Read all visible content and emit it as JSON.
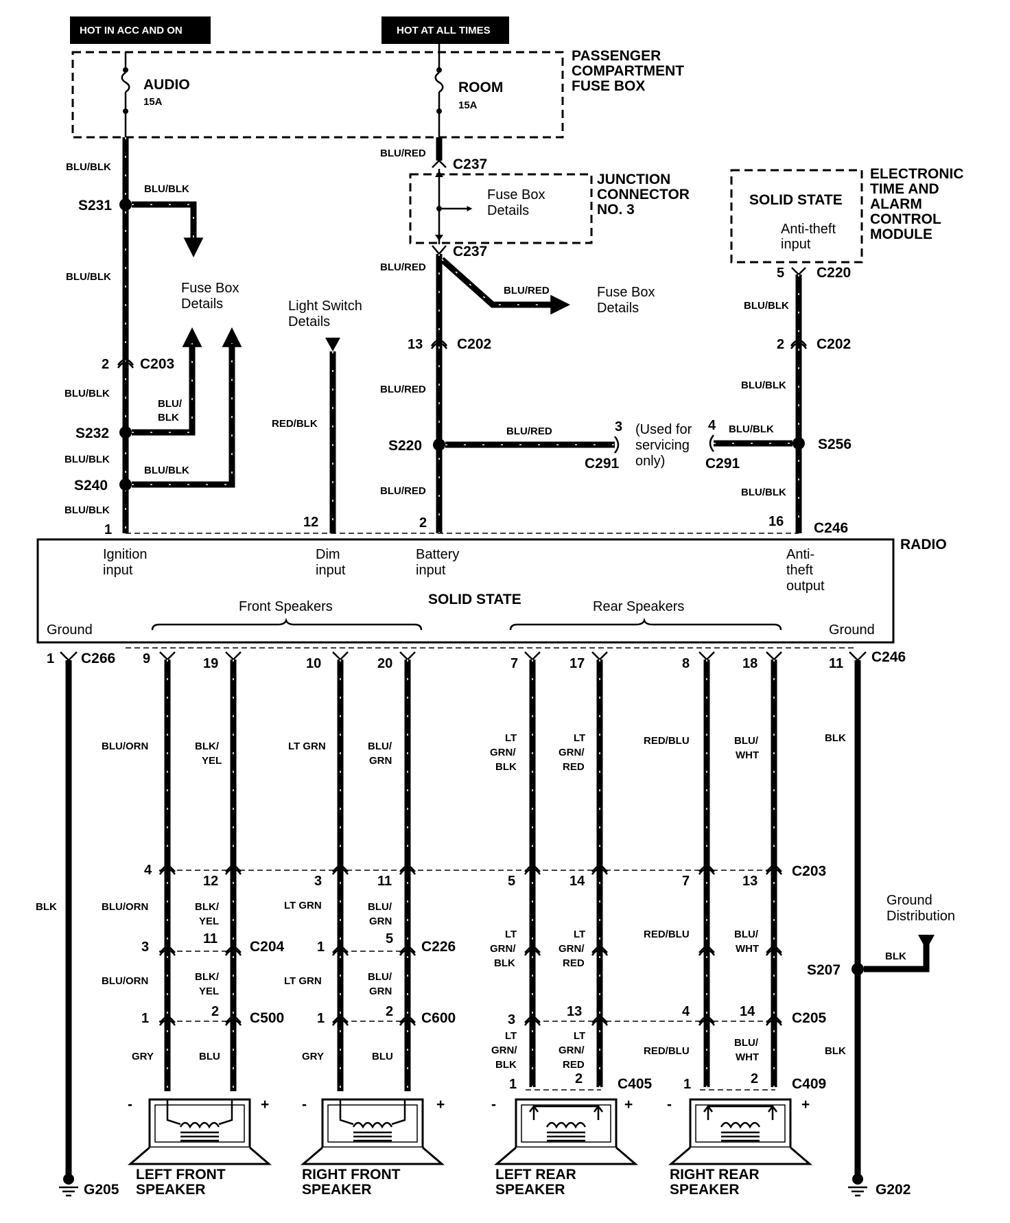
{
  "headers": {
    "acc": "HOT IN ACC AND ON",
    "always": "HOT AT ALL TIMES"
  },
  "fuse_box": {
    "title": [
      "PASSENGER",
      "COMPARTMENT",
      "FUSE BOX"
    ]
  },
  "fuses": {
    "audio": {
      "name": "AUDIO",
      "rating": "15A"
    },
    "room": {
      "name": "ROOM",
      "rating": "15A"
    }
  },
  "junction": {
    "title": [
      "JUNCTION",
      "CONNECTOR",
      "NO. 3"
    ],
    "details": [
      "Fuse Box",
      "Details"
    ]
  },
  "etacm": {
    "title": [
      "ELECTRONIC",
      "TIME AND",
      "ALARM",
      "CONTROL",
      "MODULE"
    ],
    "state": "SOLID STATE",
    "input": [
      "Anti-theft",
      "input"
    ]
  },
  "radio": {
    "title": "RADIO",
    "state": "SOLID STATE",
    "inputs": {
      "ignition": [
        "Ignition",
        "input"
      ],
      "dim": [
        "Dim",
        "input"
      ],
      "battery": [
        "Battery",
        "input"
      ],
      "antitheft": [
        "Anti-",
        "theft",
        "output"
      ]
    },
    "front": "Front Speakers",
    "rear": "Rear Speakers",
    "ground": "Ground"
  },
  "refs": {
    "fuse_box_details": [
      "Fuse Box",
      "Details"
    ],
    "light_switch": [
      "Light Switch",
      "Details"
    ],
    "servicing": [
      "(Used for",
      "servicing",
      "only)"
    ],
    "ground_dist": [
      "Ground",
      "Distribution"
    ]
  },
  "splices": {
    "s231": "S231",
    "s232": "S232",
    "s240": "S240",
    "s220": "S220",
    "s256": "S256",
    "s207": "S207"
  },
  "connectors": {
    "c237": "C237",
    "c203": "C203",
    "c202": "C202",
    "c220": "C220",
    "c291": "C291",
    "c246": "C246",
    "c266": "C266",
    "c204": "C204",
    "c226": "C226",
    "c500": "C500",
    "c600": "C600",
    "c205": "C205",
    "c405": "C405",
    "c409": "C409"
  },
  "grounds": {
    "g205": "G205",
    "g202": "G202"
  },
  "colors": {
    "blu_blk": "BLU/BLK",
    "blu_red": "BLU/RED",
    "red_blk": "RED/BLK",
    "blk": "BLK",
    "blu_orn": "BLU/ORN",
    "blk_yel": [
      "BLK/",
      "YEL"
    ],
    "lt_grn": "LT GRN",
    "lt_grn_sp": "LT  GRN",
    "blu_grn": [
      "BLU/",
      "GRN"
    ],
    "lt_grn_blk": [
      "LT",
      "GRN/",
      "BLK"
    ],
    "lt_grn_red": [
      "LT",
      "GRN/",
      "RED"
    ],
    "red_blu": "RED/BLU",
    "blu_wht": [
      "BLU/",
      "WHT"
    ],
    "gry": "GRY",
    "blu": "BLU",
    "blu_blk_split": [
      "BLU/",
      "BLK"
    ]
  },
  "pins": {
    "top": {
      "ign": "1",
      "dim": "12",
      "bat": "2",
      "anti": "16",
      "c202a": "13",
      "c202b": "2",
      "c220": "5",
      "c203": "2",
      "c291a": "3",
      "c291b": "4"
    },
    "bottom": [
      "1",
      "9",
      "19",
      "10",
      "20",
      "7",
      "17",
      "8",
      "18",
      "11"
    ],
    "c203": [
      "4",
      "12",
      "3",
      "11",
      "5",
      "14",
      "7",
      "13"
    ],
    "c204": [
      "3",
      "11"
    ],
    "c226": [
      "1",
      "5"
    ],
    "c500": [
      "1",
      "2"
    ],
    "c600": [
      "1",
      "2"
    ],
    "c205": [
      "3",
      "13",
      "4",
      "14"
    ],
    "c405": [
      "1",
      "2"
    ],
    "c409": [
      "1",
      "2"
    ]
  },
  "speakers": {
    "lf": [
      "LEFT FRONT",
      "SPEAKER"
    ],
    "rf": [
      "RIGHT FRONT",
      "SPEAKER"
    ],
    "lr": [
      "LEFT REAR",
      "SPEAKER"
    ],
    "rr": [
      "RIGHT REAR",
      "SPEAKER"
    ],
    "minus": "-",
    "plus": "+"
  }
}
